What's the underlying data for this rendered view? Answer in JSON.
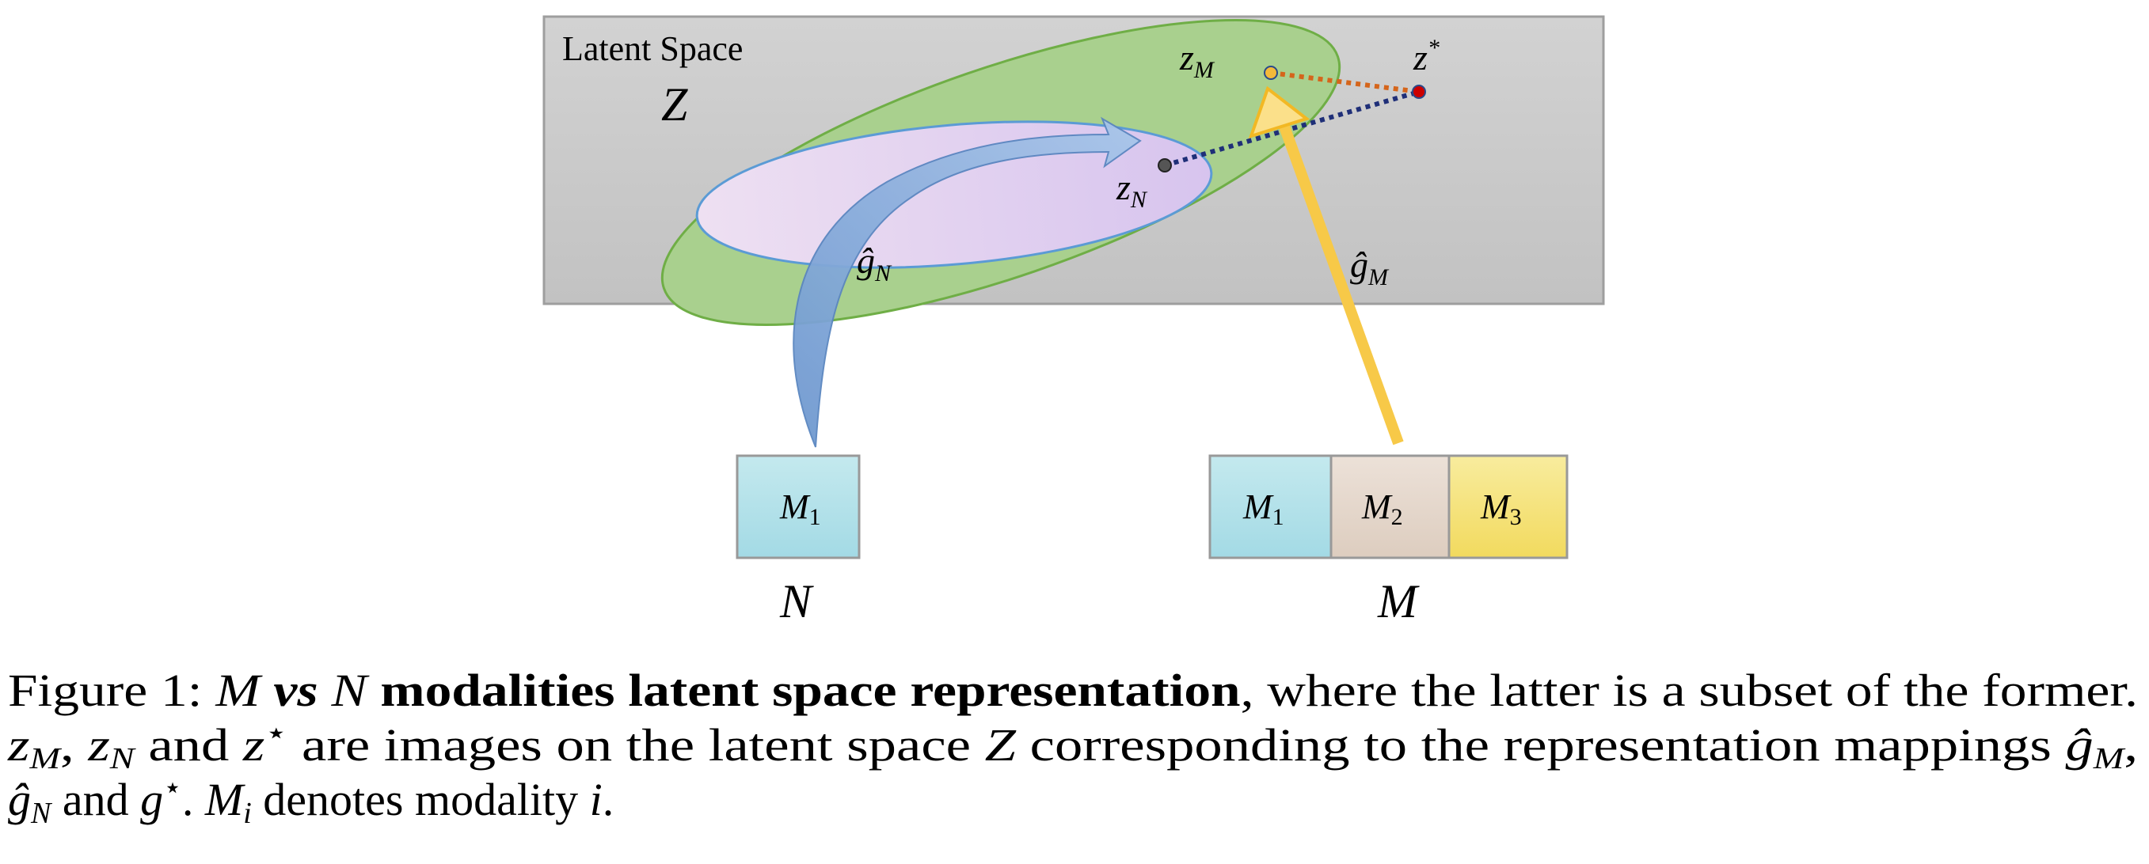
{
  "figure": {
    "latent_space_title": "Latent Space",
    "latent_space_symbol": "Z",
    "points": {
      "z_m": {
        "base": "z",
        "sub": "M"
      },
      "z_star": {
        "base": "z",
        "sup": "*"
      },
      "z_n": {
        "base": "z",
        "sub": "N"
      }
    },
    "mappings": {
      "g_n": {
        "base": "ĝ",
        "sub": "N"
      },
      "g_m": {
        "base": "ĝ",
        "sub": "M"
      }
    },
    "subset_n": {
      "label": "N",
      "boxes": [
        {
          "base": "M",
          "sub": "1"
        }
      ]
    },
    "set_m": {
      "label": "M",
      "boxes": [
        {
          "base": "M",
          "sub": "1"
        },
        {
          "base": "M",
          "sub": "2"
        },
        {
          "base": "M",
          "sub": "3"
        }
      ]
    },
    "colors": {
      "latent_bg": "#c9c9c9",
      "green_region": "#a9d08e",
      "purple_region": "#e2d4f0",
      "m1": "#a8dde6",
      "m2": "#e4d5c8",
      "m3": "#f4df70",
      "yellow_arrow": "#f7c948",
      "blue_arrow": "#7ea6d8"
    }
  },
  "caption": {
    "prefix": "Figure 1: ",
    "m": "M",
    "vs": " vs ",
    "n": "N",
    "bold_rest": " modalities latent space representation",
    "line1_rest": ", where the latter is a subset of the former.",
    "z": "z",
    "sub_m": "M",
    "sub_n": "N",
    "comma": ", ",
    "and1": " and ",
    "star": "⋆",
    "line2_mid": " are images on the latent space ",
    "Z": "Z",
    "line2_rest": " corresponding to the representation mappings ",
    "ghat": "ĝ",
    "g": "g",
    "and2": " and ",
    "period": ". ",
    "Mi": "M",
    "sub_i": "i",
    "line3_rest": " denotes modality ",
    "i": "i",
    "end": "."
  }
}
